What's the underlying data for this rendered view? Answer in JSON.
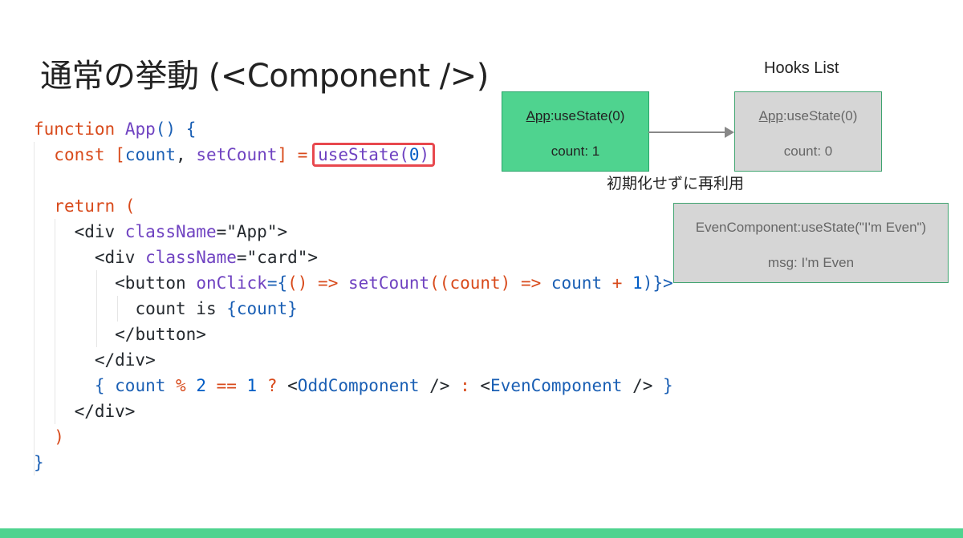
{
  "slide": {
    "title": "通常の挙動 (<Component />)"
  },
  "code": {
    "l1": {
      "a": "function",
      "b": " ",
      "c": "App",
      "d": "()",
      "e": " {"
    },
    "l2": {
      "a": "const",
      "b": " ",
      "c": "[",
      "d": "count",
      "e": ", ",
      "f": "setCount",
      "g": "]",
      "h": " = ",
      "i": "useState(",
      "j": "0",
      "k": ")"
    },
    "l4": {
      "a": "return",
      "b": " ("
    },
    "l5": {
      "a": "<div ",
      "b": "className",
      "c": "=",
      "d": "\"App\"",
      "e": ">"
    },
    "l6": {
      "a": "<div ",
      "b": "className",
      "c": "=",
      "d": "\"card\"",
      "e": ">"
    },
    "l7": {
      "a": "<button ",
      "b": "onClick",
      "c": "={",
      "d": "() => ",
      "e": "setCount",
      "f": "((",
      "g": "count",
      "h": ") => ",
      "i": "count",
      "j": " + ",
      "k": "1",
      "l": ")}>"
    },
    "l8": {
      "a": "count is ",
      "b": "{count}"
    },
    "l9": {
      "a": "</button>"
    },
    "l10": {
      "a": "</div>"
    },
    "l11": {
      "a": "{ ",
      "b": "count",
      "c": " % ",
      "d": "2",
      "e": " == ",
      "f": "1",
      "g": " ? ",
      "h": "<",
      "i": "OddComponent",
      "j": " /> ",
      "k": ": ",
      "l": "<",
      "m": "EvenComponent",
      "n": " /> ",
      "o": "}"
    },
    "l12": {
      "a": "</div>"
    },
    "l13": {
      "a": ")"
    },
    "l14": {
      "a": "}"
    }
  },
  "hooks": {
    "title": "Hooks List",
    "app_box": {
      "name": "App",
      "call": ":useState(0)",
      "value": "count: 1"
    },
    "list_box": {
      "name": "App",
      "call": ":useState(0)",
      "value": "count: 0"
    },
    "reuse_label": "初期化せずに再利用",
    "even_box": {
      "call": "EvenComponent:useState(\"I'm Even\")",
      "value": "msg: I'm Even"
    }
  },
  "colors": {
    "accent_green": "#4fd38f",
    "highlight_red": "#e8484e",
    "gray_box": "#d6d6d6"
  }
}
